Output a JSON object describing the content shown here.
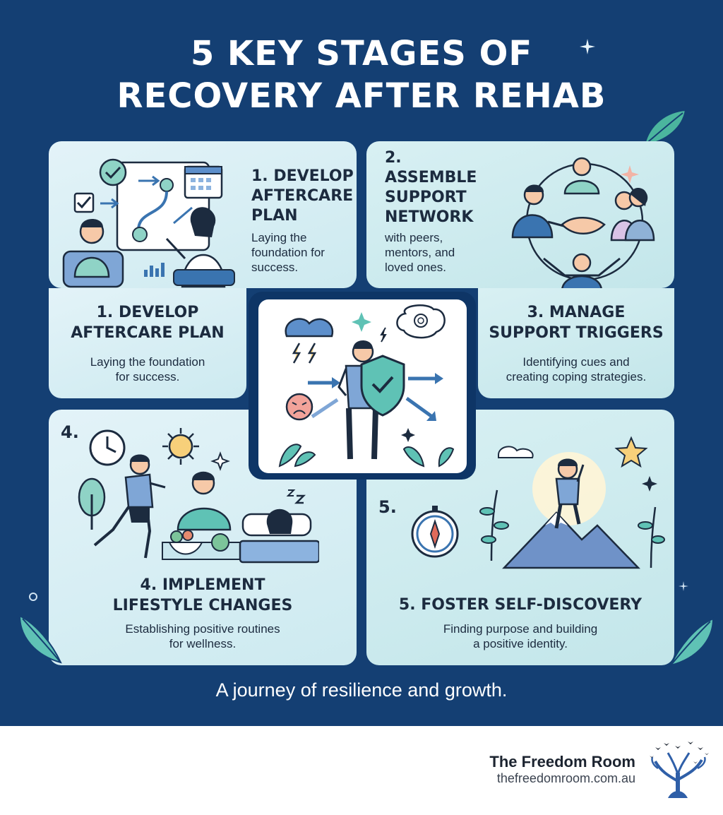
{
  "title": {
    "line1": "5 KEY STAGES OF",
    "line2": "RECOVERY AFTER REHAB"
  },
  "panels": [
    {
      "id": "stage-1-top",
      "heading_lines": [
        "1. DEVELOP",
        "AFTERCARE",
        "PLAN"
      ],
      "body_lines": [
        "Laying the",
        "foundation for",
        "success."
      ],
      "icon": "aftercare-plan-illustration"
    },
    {
      "id": "stage-2",
      "heading_lines": [
        "2.",
        "ASSEMBLE",
        "SUPPORT",
        "NETWORK"
      ],
      "body_lines": [
        "with peers,",
        "mentors, and",
        "loved ones."
      ],
      "icon": "support-network-illustration"
    },
    {
      "id": "stage-1-side",
      "heading_lines": [
        "1. DEVELOP",
        "AFTERCARE PLAN"
      ],
      "body_lines": [
        "Laying the foundation",
        "for success."
      ]
    },
    {
      "id": "stage-3",
      "heading_lines": [
        "3. MANAGE",
        "SUPPORT TRIGGERS"
      ],
      "body_lines": [
        "Identifying cues and",
        "creating coping strategies."
      ]
    },
    {
      "id": "stage-4",
      "number": "4.",
      "heading_lines": [
        "4. IMPLEMENT",
        "LIFESTYLE CHANGES"
      ],
      "body_lines": [
        "Establishing positive routines",
        "for wellness."
      ],
      "icon": "lifestyle-changes-illustration"
    },
    {
      "id": "stage-5",
      "number": "5.",
      "heading_lines": [
        "5. FOSTER SELF-DISCOVERY"
      ],
      "body_lines": [
        "Finding purpose and building",
        "a positive identity."
      ],
      "icon": "self-discovery-illustration"
    }
  ],
  "center_icon": "trigger-shield-illustration",
  "tagline": "A journey of resilience and growth.",
  "footer": {
    "brand_name": "The Freedom Room",
    "brand_url": "thefreedomroom.com.au",
    "logo_icon": "tree-birds-logo"
  },
  "colors": {
    "background": "#143f73",
    "panel": "#d6eef3",
    "accent_teal": "#5fc2b5",
    "accent_blue": "#3a74b0",
    "text_dark": "#1c2b3f",
    "white": "#ffffff"
  }
}
